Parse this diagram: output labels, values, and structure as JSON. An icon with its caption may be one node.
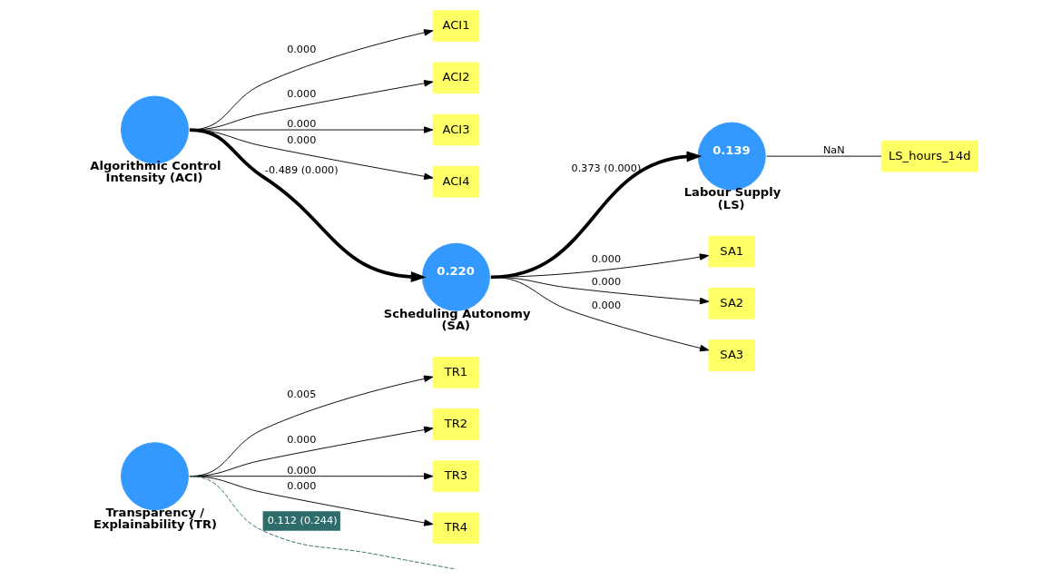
{
  "diagram": {
    "nodes": [
      {
        "text": [
          "TR1"
        ]
      },
      {
        "text": [
          "TR2"
        ]
      },
      {
        "text": [
          "TR3"
        ]
      },
      {
        "text": [
          "TR4"
        ]
      },
      {
        "text": [
          "LS_hours_14d"
        ]
      },
      {
        "text": [],
        "shape": "circle",
        "beside": [
          "Transparency / Explainability (TR)"
        ]
      },
      {
        "text": [
          "0.139"
        ],
        "beside": [
          "Labour Supply (LS)"
        ]
      },
      {
        "text": [
          "ACI1"
        ]
      },
      {
        "text": [
          "ACI2"
        ]
      },
      {
        "text": [
          "ACI3"
        ]
      },
      {
        "text": [
          "ACI4"
        ]
      },
      {
        "text": [],
        "shape": "circle",
        "beside": [
          "Algorithmic Control Intensity (ACI)"
        ]
      },
      {
        "text": [
          "0.220"
        ],
        "beside": [
          "Scheduling Autonomy (SA)"
        ]
      },
      {
        "text": [
          "SA1"
        ]
      },
      {
        "text": [
          "SA2"
        ]
      },
      {
        "text": [
          "SA3"
        ]
      }
    ],
    "edges": [
      {
        "from": 5,
        "to": 0,
        "arrow": "to",
        "label": "0.005"
      },
      {
        "from": 5,
        "to": 1,
        "arrow": "to",
        "label": "0.000"
      },
      {
        "from": 5,
        "to": 2,
        "arrow": "to",
        "label": "0.000"
      },
      {
        "from": 5,
        "to": 3,
        "arrow": "to",
        "label": "0.000"
      },
      {
        "from": 6,
        "to": 4,
        "arrow": "none",
        "label": "NaN"
      },
      {
        "from": 11,
        "to": 7,
        "arrow": "to",
        "label": "0.000"
      },
      {
        "from": 11,
        "to": 8,
        "arrow": "to",
        "label": "0.000"
      },
      {
        "from": 11,
        "to": 9,
        "arrow": "to",
        "label": "0.000"
      },
      {
        "from": 11,
        "to": 10,
        "arrow": "to",
        "label": "0.000"
      },
      {
        "from": 11,
        "to": 12,
        "arrow": "to",
        "label": "-0.489 (0.000)",
        "style": "thick"
      },
      {
        "from": 12,
        "to": 6,
        "arrow": "to",
        "label": "0.373 (0.000)",
        "style": "thick"
      },
      {
        "from": 12,
        "to": 13,
        "arrow": "to",
        "label": "0.000"
      },
      {
        "from": 12,
        "to": 14,
        "arrow": "to",
        "label": "0.000"
      },
      {
        "from": 12,
        "to": 15,
        "arrow": "to",
        "label": "0.000"
      },
      {
        "from": 5,
        "to": null,
        "arrow": "none",
        "label": "0.112 (0.244)",
        "style": "dashed",
        "color": "#2e6b6b"
      }
    ]
  }
}
